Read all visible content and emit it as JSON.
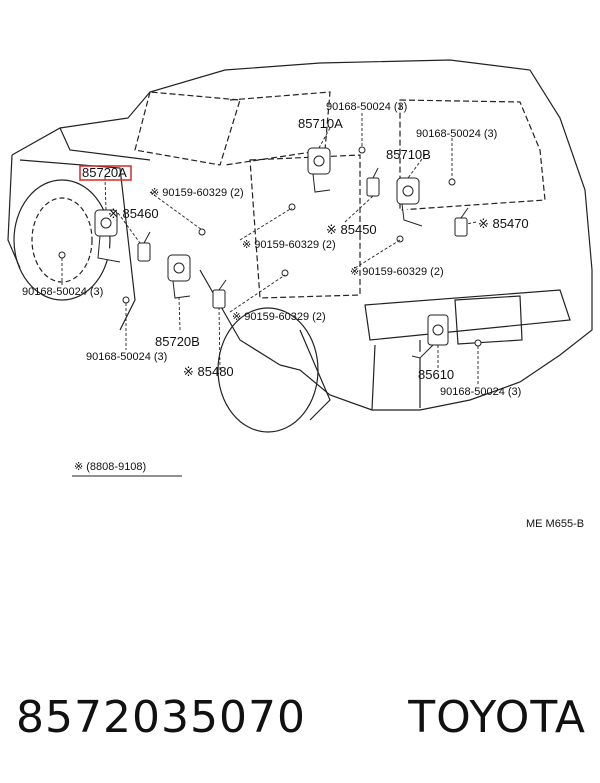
{
  "labels": {
    "p85720a": "85720A",
    "p85460": "※ 85460",
    "p90159_1": "※ 90159-60329 (2)",
    "p85710a": "85710A",
    "p90168_top": "90168-50024 (3)",
    "p90168_right": "90168-50024 (3)",
    "p85710b": "85710B",
    "p85450": "※ 85450",
    "p85470": "※ 85470",
    "p90159_2": "※ 90159-60329 (2)",
    "p90159_3": "※ 90159-60329 (2)",
    "p90159_4": "※ 90159-60329 (2)",
    "p90168_left": "90168-50024 (3)",
    "p90168_lower": "90168-50024 (3)",
    "p85720b": "85720B",
    "p85480": "※ 85480",
    "p85610": "85610",
    "p90168_rear": "90168-50024 (3)"
  },
  "note": "※  (8808-9108)",
  "ref_code": "ME  M655-B",
  "part_number": "8572035070",
  "brand": "TOYOTA",
  "highlight_color": "#d62828"
}
